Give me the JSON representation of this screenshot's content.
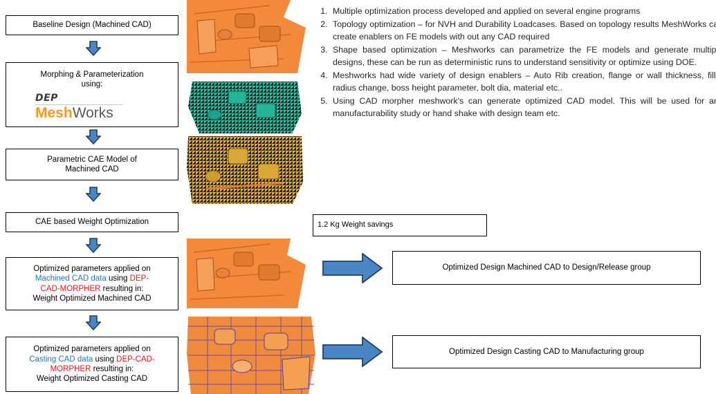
{
  "flow": {
    "step1": "Baseline Design (Machined CAD)",
    "step2_line1": "Morphing & Parameterization",
    "step2_line2": "using:",
    "logo": {
      "brand": "DEP",
      "mesh": "Mesh",
      "works": "Works"
    },
    "step3_line1": "Parametric CAE Model of",
    "step3_line2": "Machined CAD",
    "step4": "CAE based Weight Optimization",
    "step5": {
      "a": "Optimized parameters applied on",
      "b_blue": "Machined CAD data",
      "b_mid": " using ",
      "b_red": "DEP-",
      "c_red": "CAD-MORPHER",
      "c_rest": " resulting in:",
      "d": "Weight Optimized Machined CAD"
    },
    "step6": {
      "a": "Optimized parameters applied on",
      "b_blue": "Casting CAD data",
      "b_mid": " using ",
      "b_red": "DEP-CAD-",
      "c_red": "MORPHER",
      "c_rest": " resulting in:",
      "d": "Weight Optimized Casting CAD"
    }
  },
  "points": [
    "Multiple optimization process developed and applied on several engine programs",
    "Topology optimization – for NVH and Durability Loadcases. Based on topology results MeshWorks can create enablers on FE models with out any CAD required",
    "Shape based optimization – Meshworks can parametrize the FE models and generate multiple designs, these can be run as deterministic runs to understand sensitivity or optimize using DOE.",
    "Meshworks had wide variety of design enablers – Auto Rib creation, flange or wall thickness, fillet radius change, boss height parameter, bolt dia, material etc..",
    "Using CAD morpher meshwork's can generate optimized CAD model. This will be used for any manufacturability study or hand shake with design team etc."
  ],
  "savings": "1.2 Kg Weight savings",
  "output_machined": "Optimized Design Machined CAD to Design/Release group",
  "output_casting": "Optimized Design Casting CAD to Manufacturing group",
  "colors": {
    "arrow_fill": "#4a86c6",
    "arrow_stroke": "#1f3f66",
    "highlight_blue": "#1f78c8",
    "highlight_red": "#e8141c",
    "part_orange": "#f3893a",
    "mesh_teal": "#2fc9ad",
    "mesh_yellow": "#e4b84a"
  }
}
